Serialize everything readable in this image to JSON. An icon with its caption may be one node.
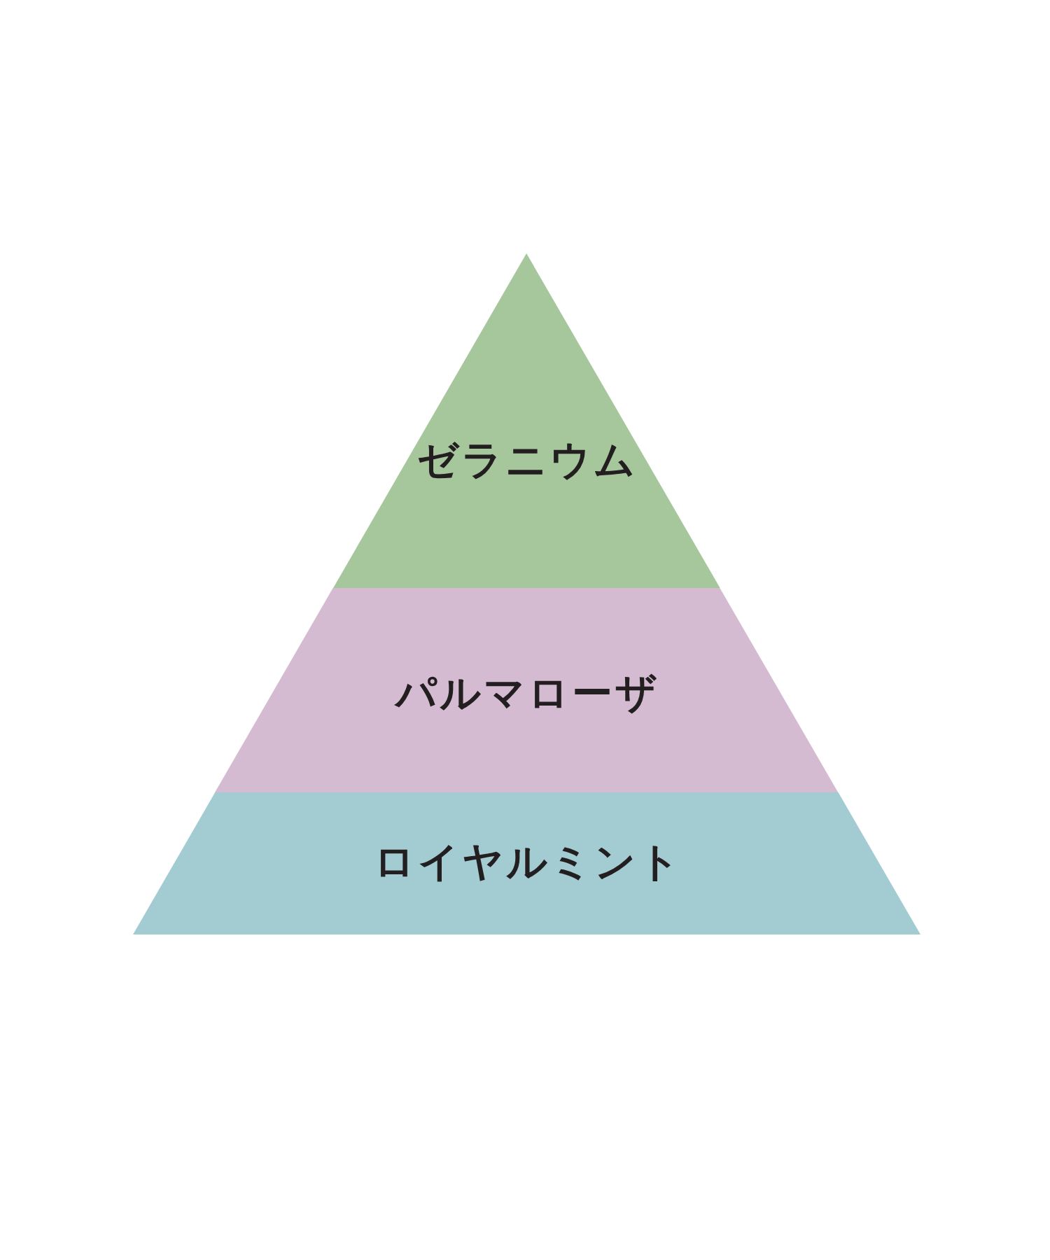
{
  "diagram": {
    "nodes": [
      {
        "text": [
          "ゼラニウム"
        ]
      },
      {
        "text": [
          "パルマローザ"
        ]
      },
      {
        "text": [
          "ロイヤルミント"
        ]
      }
    ]
  }
}
